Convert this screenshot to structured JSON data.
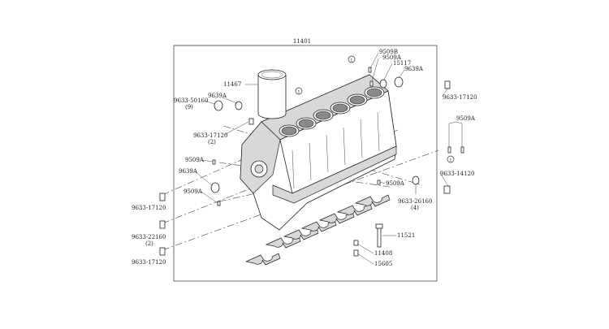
{
  "labels": {
    "block": "11401",
    "p9509b": "9509B",
    "p9509a_top": "9509A",
    "p15117": "15117",
    "p9639a_right": "9639A",
    "p9633_17120_right": "9633-17120",
    "p11467": "11467",
    "p9633_50160": "9633-50160",
    "p9633_50160_qty": "(9)",
    "p9639a_left": "9639A",
    "p9633_17120_left": "9633-17120",
    "p9633_17120_left_qty": "(2)",
    "p9509a_right": "9509A",
    "p9509a_left1": "9509A",
    "p9639a_left2": "9639A",
    "p9509a_left2": "9509A",
    "p9509a_mid": "9509A",
    "p9633_14120": "9633-14120",
    "p9633_26160": "9633-26160",
    "p9633_26160_qty": "(4)",
    "p9633_17120_bl1": "9633-17120",
    "p9633_22160": "9633-22160",
    "p9633_22160_qty": "(2)",
    "p9633_17120_bl2": "9633-17120",
    "p11521": "11521",
    "p11408": "11408",
    "p15605": "15605",
    "callout": "1"
  }
}
